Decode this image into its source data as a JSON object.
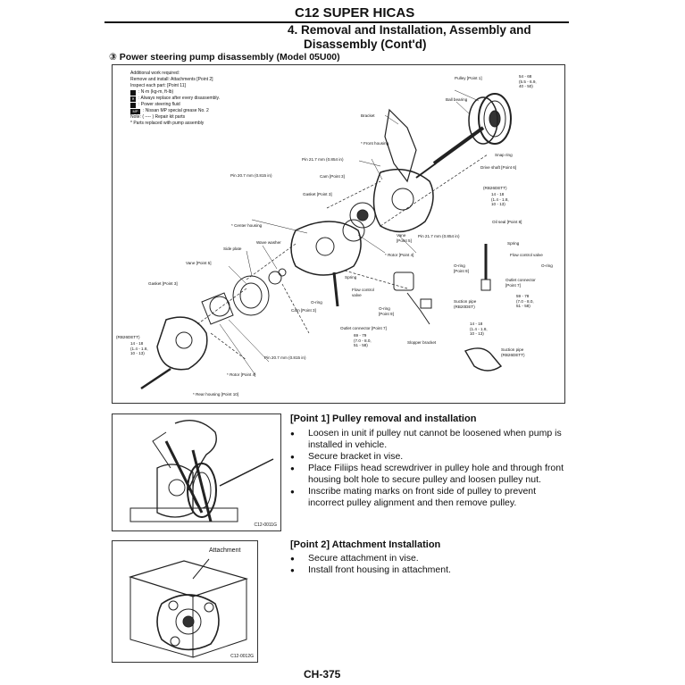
{
  "header": {
    "title": "C12 SUPER HICAS",
    "section_line1": "4. Removal and Installation, Assembly and",
    "section_line2": "Disassembly (Cont'd)",
    "subsection": "③ Power steering pump disassembly (Model 05U00)"
  },
  "legend": {
    "line1": "Additional work required:",
    "line2": "Remove and install: Attachments [Point 2]",
    "line3": "Inspect each part: [Point 11]",
    "torque": ": N·m (kg-m, ft-lb)",
    "replace": ": Always replace after every disassembly.",
    "fluid": ": Power steering fluid",
    "grease_label": "MP",
    "grease": ": Nissan MP special grease No. 2",
    "note1": "Note: ( ---- ) Repair kit parts",
    "note2": "* Parts replaced with pump assembly"
  },
  "callouts": {
    "pulley": "Pulley [Point 1]",
    "pulley_torque": "54 - 68\n(5.5 - 6.9,\n40 - 50)",
    "ball_bearing": "Ball bearing",
    "bracket": "Bracket",
    "front_housing": "* Front housing",
    "pin_217_top": "Pin 21.7 mm (0.854 in)",
    "snap_ring": "Snap ring",
    "drive_shaft": "Drive shaft [Point 6]",
    "rb26_top": "(RB26DETT)",
    "rb26_top_torque": "14 - 18\n(1.4 - 1.8,\n10 - 13)",
    "oil_seal": "Oil seal [Point 8]",
    "pin_207_top": "Pin 20.7 mm (0.815 in)",
    "cam_top": "Cam [Point 3]",
    "gasket_mid": "Gasket [Point 3]",
    "center_housing": "* Center housing",
    "wave_washer": "Wave washer",
    "side_plate": "Side plate",
    "vane_mid": "Vane [Point 5]",
    "vane_right": "Vane\n[Point 5]",
    "pin_217_right": "Pin 21.7 mm (0.854 in)",
    "spring_right": "Spring",
    "flow_valve_right": "Flow control valve",
    "rotor_mid": "* Rotor [Point 4]",
    "oring_mid": "O-ring\n[Point 9]",
    "oring_right": "O-ring",
    "gasket_left": "Gasket [Point 3]",
    "spring_mid": "Spring",
    "flow_valve_mid": "Flow control\nvalve",
    "outlet_conn_right": "Outlet connector\n[Point 7]",
    "outlet_conn_right_torque": "59 - 78\n(7.0 - 8.0,\n51 - 58)",
    "oring_center": "O-ring",
    "cam_mid": "Cam [Point 3]",
    "suction_pipe_mid": "Suction pipe\n(RB20DET)",
    "oring_low": "O-ring\n[Point 9]",
    "outlet_conn_mid": "Outlet connector [Point 7]",
    "outlet_conn_mid_torque": "69 - 79\n(7.0 - 8.0,\n51 - 58)",
    "rb20_torque": "14 - 18\n(1.4 - 1.8,\n10 - 13)",
    "rb26_left": "(RB26DETT)",
    "rb26_left_torque": "14 - 18\n(1.4 - 1.8,\n10 - 13)",
    "slopper_bracket": "Slopper bracket",
    "suction_pipe_right": "Suction pipe\n(RB26DETT)",
    "pin_207_low": "Pin 20.7 mm (0.815 in)",
    "rotor_low": "* Rotor [Point 4]",
    "rear_housing": "* Rear housing [Point 10]"
  },
  "photos": {
    "p1_code": "C12-0011G",
    "p2_code": "C12-0012G",
    "p2_label": "Attachment"
  },
  "point1": {
    "heading": "[Point 1]  Pulley removal and installation",
    "items": [
      "Loosen in unit if pulley nut cannot be loosened when pump is installed in vehicle.",
      "Secure bracket in vise.",
      "Place Filiips head screwdriver in pulley hole and through front housing bolt hole to secure pulley and loosen pulley nut.",
      "Inscribe mating marks on front side of pulley to prevent incorrect pulley alignment and then remove pulley."
    ]
  },
  "point2": {
    "heading": "[Point 2]  Attachment Installation",
    "items": [
      "Secure attachment in vise.",
      "Install front housing in attachment."
    ]
  },
  "footer": {
    "page": "CH-375"
  }
}
